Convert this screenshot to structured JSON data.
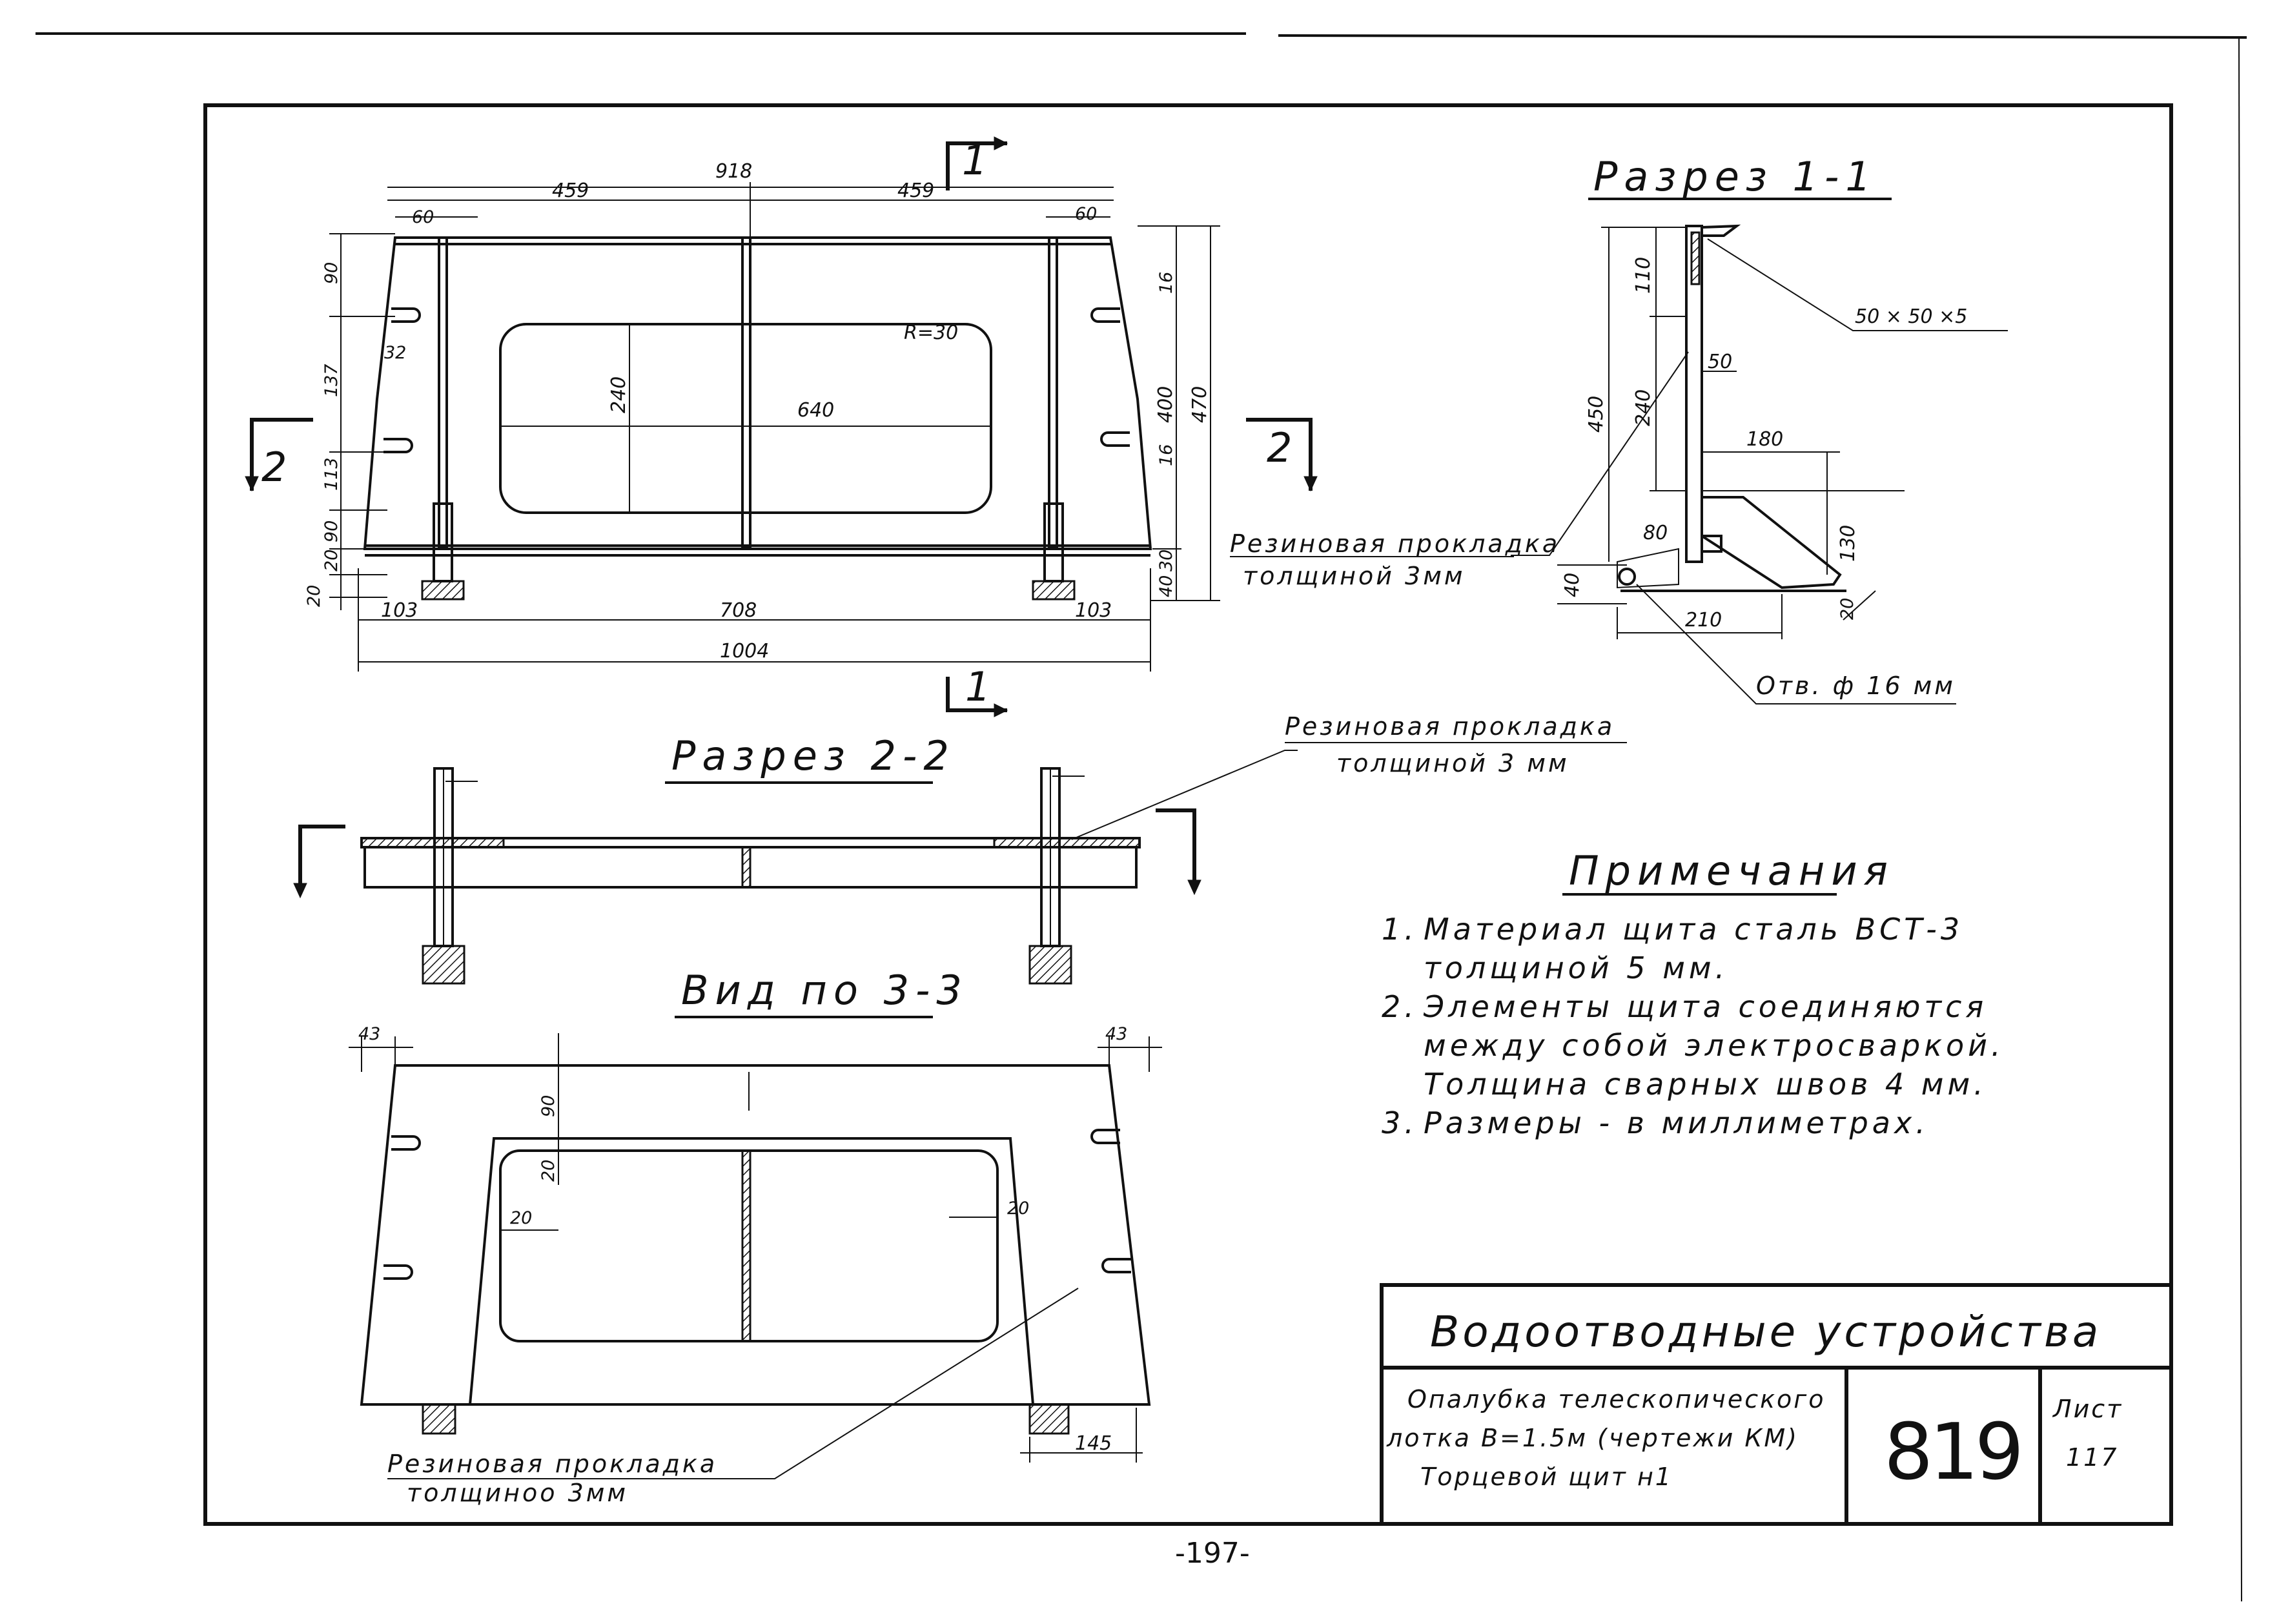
{
  "page_number": "-197-",
  "section_1_1": {
    "title": "Разрез 1-1",
    "angle_label": "50 × 50 ×5",
    "hole_label": "Отв. ф 16 мм",
    "dims": [
      "110",
      "450",
      "240",
      "50",
      "180",
      "80",
      "130",
      "40",
      "210",
      "20"
    ]
  },
  "front_view": {
    "cut_mark_1": "1",
    "cut_mark_2": "2",
    "radius_label": "R=30",
    "dims_top": [
      "918",
      "459",
      "459",
      "60",
      "60"
    ],
    "dims_left": [
      "90",
      "137",
      "32",
      "113",
      "90",
      "20",
      "20"
    ],
    "dims_right": [
      "16",
      "400",
      "470",
      "16",
      "30",
      "40"
    ],
    "dims_inner": [
      "240",
      "640"
    ],
    "dims_bottom": [
      "103",
      "708",
      "103",
      "1004"
    ]
  },
  "section_2_2": {
    "title": "Разрез 2-2",
    "gasket_line1": "Резиновая прокладка",
    "gasket_line2": "толщиной 3 мм"
  },
  "gasket_1_1": {
    "line1": "Резиновая прокладка",
    "line2": "толщиной 3мм"
  },
  "view_3_3": {
    "title": "Вид по 3-3",
    "dims": [
      "43",
      "43",
      "90",
      "20",
      "20",
      "20",
      "145"
    ],
    "gasket_line1": "Резиновая прокладка",
    "gasket_line2": "толщиноо 3мм"
  },
  "notes": {
    "heading": "Примечания",
    "items": [
      {
        "num": "1.",
        "line1": "Материал щита сталь ВСТ-3",
        "line2": "толщиной 5 мм."
      },
      {
        "num": "2.",
        "line1": "Элементы щита соединяются",
        "line2": "между собой электросваркой.",
        "line3": "Толщина сварных швов 4 мм."
      },
      {
        "num": "3.",
        "line1": "Размеры - в миллиметрах."
      }
    ]
  },
  "title_block": {
    "main_title": "Водоотводные устройства",
    "desc_line1": "Опалубка телескопического",
    "desc_line2": "лотка В=1.5м (чертежи КМ)",
    "desc_line3": "Торцевой щит н1",
    "number": "819",
    "sheet_label": "Лист",
    "sheet_number": "117"
  }
}
